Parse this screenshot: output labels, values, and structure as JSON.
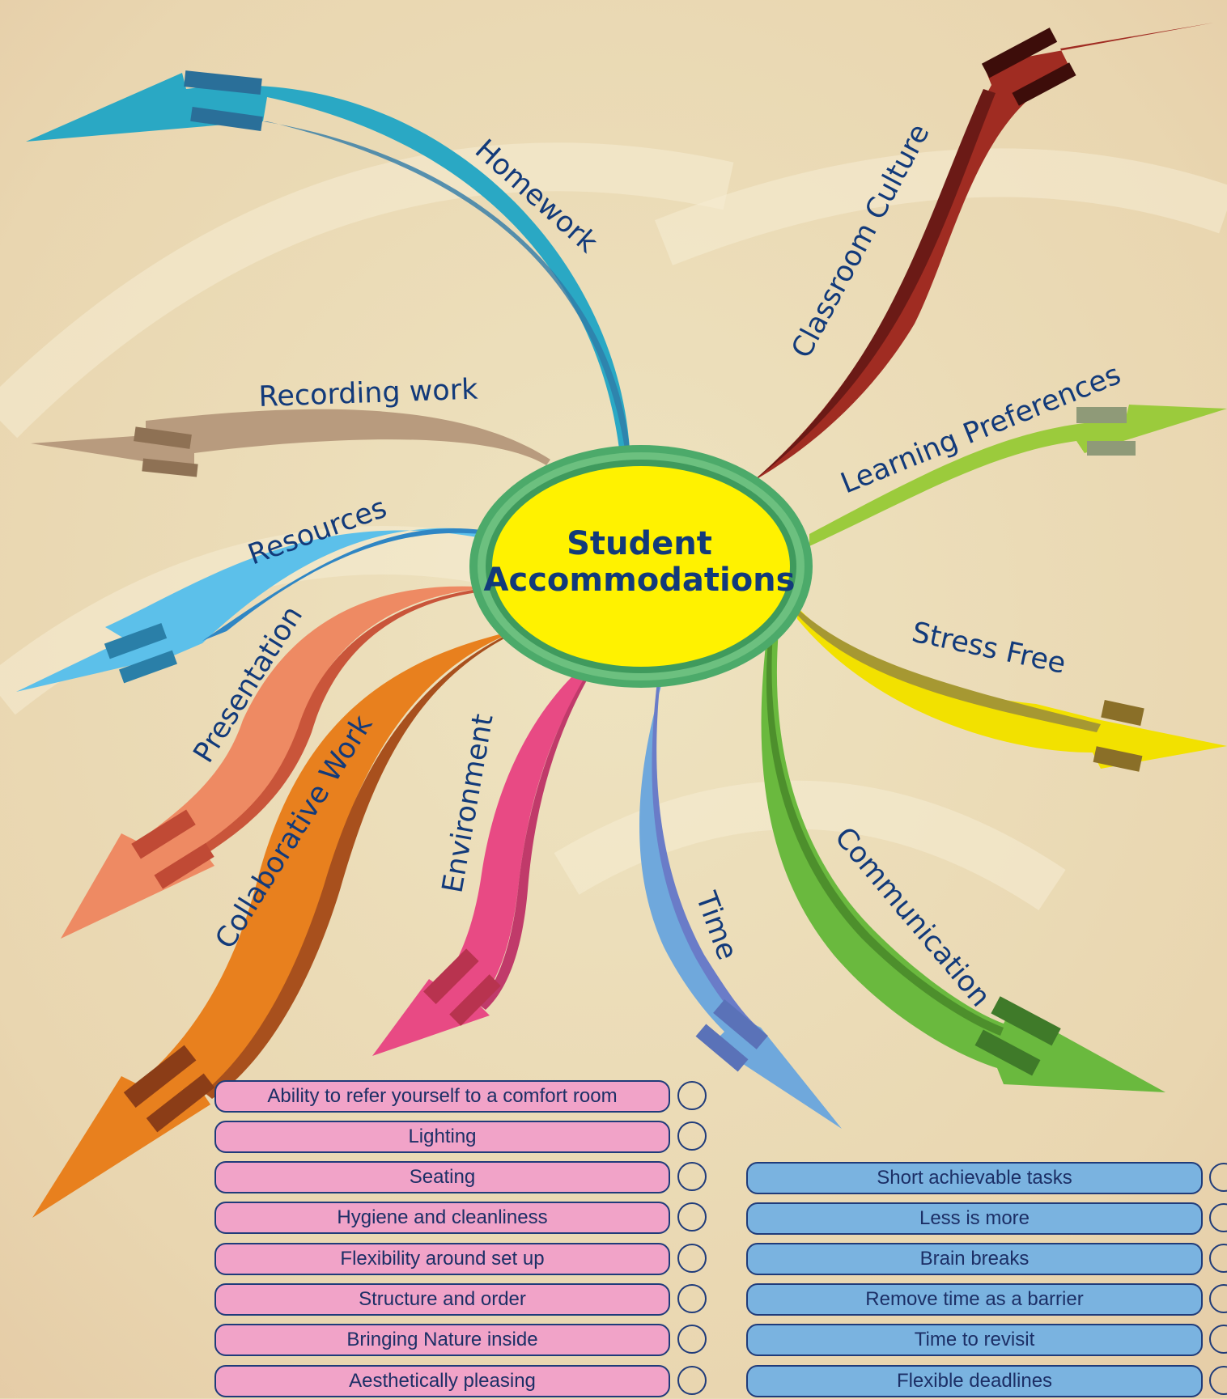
{
  "center": {
    "line1": "Student",
    "line2": "Accommodations"
  },
  "branches": {
    "homework": "Homework",
    "classroom_culture": "Classroom Culture",
    "recording_work": "Recording work",
    "learning_preferences": "Learning Preferences",
    "resources": "Resources",
    "stress_free": "Stress Free",
    "presentation": "Presentation",
    "collaborative_work": "Collaborative Work",
    "environment": "Environment",
    "time": "Time",
    "communication": "Communication"
  },
  "colors": {
    "homework": "#2aa8c4",
    "classroom_culture": "#a02c22",
    "recording_work": "#b89b7e",
    "learning_preferences": "#9bcb3c",
    "resources": "#5cc0ea",
    "stress_free": "#f2e100",
    "presentation": "#ee8a63",
    "collaborative_work": "#e8801e",
    "environment": "#e84a84",
    "time": "#6f9ad8",
    "communication": "#6ab93e",
    "center_fill": "#fff200",
    "center_ring": "#4caa6a",
    "pink_pill": "#f1a3c8",
    "blue_pill": "#7ab3e0"
  },
  "environment_list": [
    "Ability to refer yourself to a comfort room",
    "Lighting",
    "Seating",
    "Hygiene and cleanliness",
    "Flexibility around set up",
    "Structure and order",
    "Bringing Nature inside",
    "Aesthetically pleasing"
  ],
  "time_list": [
    "Short achievable tasks",
    "Less is more",
    "Brain breaks",
    "Remove time as a barrier",
    "Time to revisit",
    "Flexible deadlines"
  ]
}
